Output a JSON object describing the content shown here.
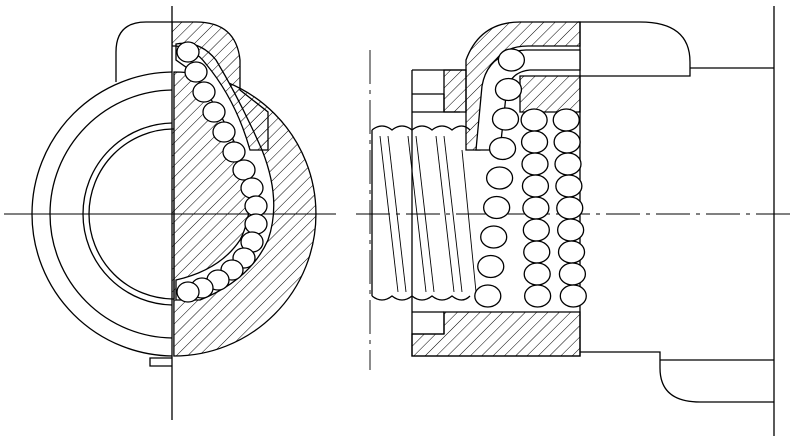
{
  "drawing": {
    "colors": {
      "line": "#000000",
      "background": "#ffffff"
    },
    "views": [
      "end-view-half-section",
      "side-view-half-section"
    ],
    "balls": {
      "end_view_path_count": 1,
      "side_view_column_count": 3
    }
  }
}
